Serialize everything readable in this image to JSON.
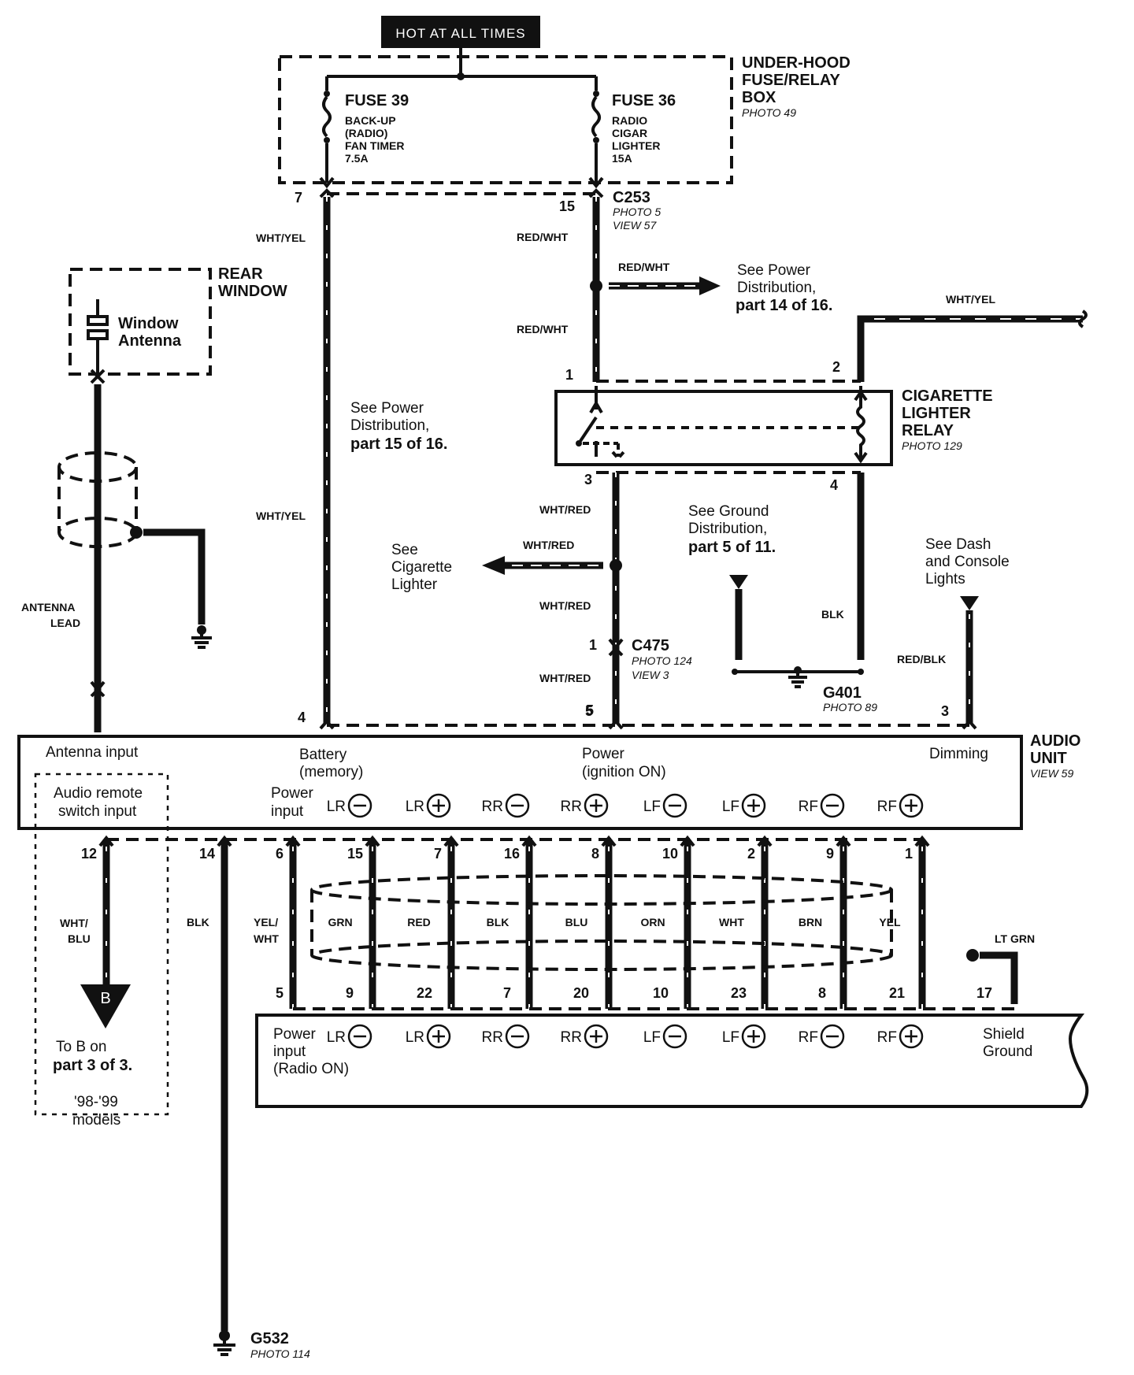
{
  "hot_label": "HOT AT ALL TIMES",
  "fusebox": {
    "name": [
      "UNDER-HOOD",
      "FUSE/RELAY",
      "BOX"
    ],
    "photo": "PHOTO 49"
  },
  "fuse39": {
    "name": "FUSE 39",
    "desc": [
      "BACK-UP",
      "(RADIO)",
      "FAN TIMER",
      "7.5A"
    ]
  },
  "fuse36": {
    "name": "FUSE 36",
    "desc": [
      "RADIO",
      "CIGAR",
      "LIGHTER",
      "15A"
    ]
  },
  "c253": {
    "name": "C253",
    "photo": "PHOTO 5",
    "view": "VIEW 57",
    "pin_left": "7",
    "pin_right": "15"
  },
  "rear_window": {
    "title": [
      "REAR",
      "WINDOW"
    ],
    "antenna": [
      "Window",
      "Antenna"
    ]
  },
  "wires": {
    "wht_yel": "WHT/YEL",
    "red_wht": "RED/WHT",
    "wht_red": "WHT/RED",
    "blk": "BLK",
    "red_blk": "RED/BLK",
    "wht_blu": [
      "WHT/",
      "BLU"
    ],
    "yel_wht": [
      "YEL/",
      "WHT"
    ],
    "lt_grn": "LT GRN",
    "antenna_lead": [
      "ANTENNA",
      "LEAD"
    ]
  },
  "refs": {
    "power14": [
      "See Power",
      "Distribution,",
      "part 14 of 16."
    ],
    "power15": [
      "See Power",
      "Distribution,",
      "part 15 of 16."
    ],
    "ground5": [
      "See Ground",
      "Distribution,",
      "part 5 of 11."
    ],
    "cig_lighter": [
      "See",
      "Cigarette",
      "Lighter"
    ],
    "dash_lights": [
      "See Dash",
      "and Console",
      "Lights"
    ],
    "to_b": [
      "To B on",
      "part 3 of 3."
    ],
    "models": [
      "'98-'99",
      "models"
    ]
  },
  "relay": {
    "name": [
      "CIGARETTE",
      "LIGHTER",
      "RELAY"
    ],
    "photo": "PHOTO 129",
    "pins": [
      "1",
      "2",
      "3",
      "4"
    ]
  },
  "c475": {
    "name": "C475",
    "photo": "PHOTO 124",
    "view": "VIEW 3",
    "pin_top": "1",
    "pin_bottom": "5"
  },
  "g401": {
    "name": "G401",
    "photo": "PHOTO 89"
  },
  "g532": {
    "name": "G532",
    "photo": "PHOTO 114"
  },
  "audio_unit": {
    "name": [
      "AUDIO",
      "UNIT"
    ],
    "view": "VIEW 59",
    "labels": {
      "antenna": "Antenna input",
      "battery": [
        "Battery",
        "(memory)"
      ],
      "power": [
        "Power",
        "(ignition ON)"
      ],
      "dimming": "Dimming",
      "remote": [
        "Audio remote",
        "switch input"
      ],
      "power_input": [
        "Power",
        "input"
      ]
    },
    "top_pins": [
      "4",
      "5",
      "3"
    ],
    "speaker_terminals": [
      {
        "label": "LR",
        "sign": "−"
      },
      {
        "label": "LR",
        "sign": "+"
      },
      {
        "label": "RR",
        "sign": "−"
      },
      {
        "label": "RR",
        "sign": "+"
      },
      {
        "label": "LF",
        "sign": "−"
      },
      {
        "label": "LF",
        "sign": "+"
      },
      {
        "label": "RF",
        "sign": "−"
      },
      {
        "label": "RF",
        "sign": "+"
      }
    ]
  },
  "bottom_wires": {
    "top_pins": [
      "12",
      "14",
      "6",
      "15",
      "7",
      "16",
      "8",
      "10",
      "2",
      "9",
      "1"
    ],
    "colors": [
      "GRN",
      "RED",
      "BLK",
      "BLU",
      "ORN",
      "WHT",
      "BRN",
      "YEL"
    ],
    "bottom_pins": [
      "5",
      "9",
      "22",
      "7",
      "20",
      "10",
      "23",
      "8",
      "21",
      "17"
    ]
  },
  "amp": {
    "power_input": [
      "Power",
      "input",
      "(Radio ON)"
    ],
    "shield": [
      "Shield",
      "Ground"
    ],
    "terminals": [
      {
        "label": "LR",
        "sign": "−"
      },
      {
        "label": "LR",
        "sign": "+"
      },
      {
        "label": "RR",
        "sign": "−"
      },
      {
        "label": "RR",
        "sign": "+"
      },
      {
        "label": "LF",
        "sign": "−"
      },
      {
        "label": "LF",
        "sign": "+"
      },
      {
        "label": "RF",
        "sign": "−"
      },
      {
        "label": "RF",
        "sign": "+"
      }
    ]
  },
  "connector_b": "B"
}
